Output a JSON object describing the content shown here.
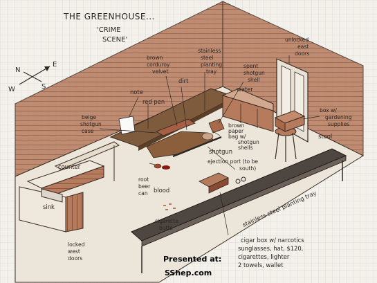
{
  "title": {
    "line1": "THE GREENHOUSE...",
    "line2": "'CRIME",
    "line3": "SCENE'"
  },
  "compass": {
    "n": "N",
    "e": "E",
    "s": "S",
    "w": "W"
  },
  "labels": {
    "note": "note",
    "red_pen": "red pen",
    "brown_corduroy_1": "brown",
    "brown_corduroy_2": "corduroy",
    "brown_corduroy_3": "velvet",
    "dirt": "dirt",
    "steel_tray_1": "stainless",
    "steel_tray_2": "steel",
    "steel_tray_3": "planting",
    "steel_tray_4": "tray",
    "spent_shell_1": "spent",
    "spent_shell_2": "shotgun",
    "spent_shell_3": "shell",
    "water": "water",
    "unlocked_doors_1": "unlocked",
    "unlocked_doors_2": "east",
    "unlocked_doors_3": "doors",
    "beige_case_1": "beige",
    "beige_case_2": "shotgun",
    "beige_case_3": "case",
    "brown_bag_1": "brown",
    "brown_bag_2": "paper",
    "brown_bag_3": "bag w/",
    "brown_bag_4": "shotgun",
    "brown_bag_5": "shells",
    "box_gardening_1": "box w/",
    "box_gardening_2": "gardening",
    "box_gardening_3": "supplies",
    "stool": "stool",
    "shotgun": "shotgun",
    "ejection_1": "ejection port (to be",
    "ejection_2": "south)",
    "counter": "counter",
    "root_beer_1": "root",
    "root_beer_2": "beer",
    "root_beer_3": "can",
    "blood": "blood",
    "sink": "sink",
    "steel_tray_long": "stainless steel planting tray",
    "cig_butts_1": "cigarette",
    "cig_butts_2": "butts",
    "cigar_box_1": "cigar box w/ narcotics",
    "cigar_box_2": "sunglasses, hat, $120,",
    "cigar_box_3": "cigarettes, lighter",
    "cigar_box_4": "2 towels, wallet",
    "locked_doors_1": "locked",
    "locked_doors_2": "west",
    "locked_doors_3": "doors"
  },
  "promo": {
    "line1": "Presented at:",
    "line2": "SShep.com"
  },
  "colors": {
    "paper": "#f3f1ea",
    "grid": "#c9cdd4",
    "wood": "#b27252",
    "wood_dark": "#8a4a32",
    "floor": "#7a5a3a",
    "steel": "#4a4440",
    "ink": "#2a2622"
  }
}
